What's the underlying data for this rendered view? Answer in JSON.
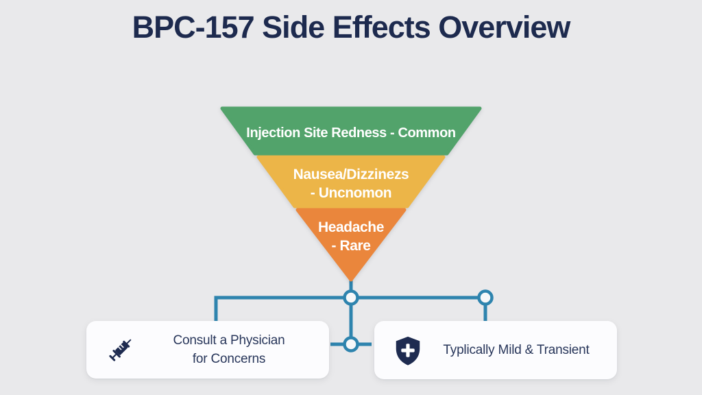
{
  "title": "BPC-157 Side Effects Overview",
  "colors": {
    "background": "#E9E9EB",
    "title": "#1D2A4E",
    "connector": "#2E84AE",
    "node_fill": "#F7F8F9",
    "icon_navy": "#1E2B50",
    "card_text": "#28365A"
  },
  "funnel": {
    "levels": [
      {
        "name": "injection-site-redness",
        "severity": "Common",
        "color": "#52A36B",
        "lines": [
          "Injection Site Redness - Common"
        ]
      },
      {
        "name": "nausea-dizziness",
        "severity": "Uncommon",
        "color": "#ECB548",
        "lines": [
          "Nausea/Dizzinezs",
          "- Uncnomon"
        ]
      },
      {
        "name": "headache",
        "severity": "Rare",
        "color": "#EA863C",
        "lines": [
          "Headache",
          "- Rare"
        ]
      }
    ]
  },
  "cards": [
    {
      "icon": "syringe-icon",
      "lines": [
        "Consult a Physician",
        "for Concerns"
      ]
    },
    {
      "icon": "shield-plus-icon",
      "lines": [
        "Typlically Mild & Transient"
      ]
    }
  ]
}
